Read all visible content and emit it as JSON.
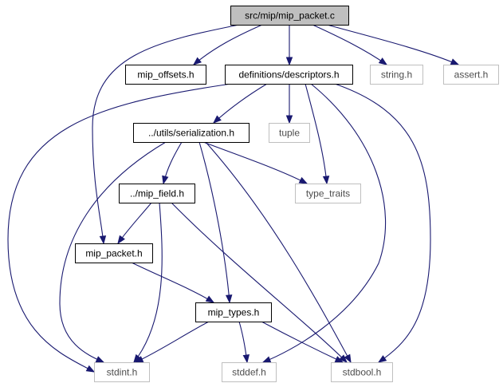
{
  "diagram": {
    "nodes": [
      {
        "id": "mip_packet_c",
        "label": "src/mip/mip_packet.c",
        "kind": "root"
      },
      {
        "id": "mip_offsets_h",
        "label": "mip_offsets.h",
        "kind": "local"
      },
      {
        "id": "descriptors_h",
        "label": "definitions/descriptors.h",
        "kind": "local"
      },
      {
        "id": "string_h",
        "label": "string.h",
        "kind": "external"
      },
      {
        "id": "assert_h",
        "label": "assert.h",
        "kind": "external"
      },
      {
        "id": "serialization_h",
        "label": "../utils/serialization.h",
        "kind": "local"
      },
      {
        "id": "tuple",
        "label": "tuple",
        "kind": "external"
      },
      {
        "id": "mip_field_h",
        "label": "../mip_field.h",
        "kind": "local"
      },
      {
        "id": "type_traits",
        "label": "type_traits",
        "kind": "external"
      },
      {
        "id": "mip_packet_h",
        "label": "mip_packet.h",
        "kind": "local"
      },
      {
        "id": "mip_types_h",
        "label": "mip_types.h",
        "kind": "local"
      },
      {
        "id": "stdint_h",
        "label": "stdint.h",
        "kind": "external"
      },
      {
        "id": "stddef_h",
        "label": "stddef.h",
        "kind": "external"
      },
      {
        "id": "stdbool_h",
        "label": "stdbool.h",
        "kind": "external"
      }
    ],
    "edges": [
      {
        "from": "mip_packet_c",
        "to": "mip_offsets_h"
      },
      {
        "from": "mip_packet_c",
        "to": "descriptors_h"
      },
      {
        "from": "mip_packet_c",
        "to": "string_h"
      },
      {
        "from": "mip_packet_c",
        "to": "assert_h"
      },
      {
        "from": "mip_packet_c",
        "to": "mip_packet_h"
      },
      {
        "from": "descriptors_h",
        "to": "serialization_h"
      },
      {
        "from": "descriptors_h",
        "to": "tuple"
      },
      {
        "from": "descriptors_h",
        "to": "type_traits"
      },
      {
        "from": "descriptors_h",
        "to": "stdint_h"
      },
      {
        "from": "descriptors_h",
        "to": "stddef_h"
      },
      {
        "from": "descriptors_h",
        "to": "stdbool_h"
      },
      {
        "from": "serialization_h",
        "to": "mip_field_h"
      },
      {
        "from": "serialization_h",
        "to": "type_traits"
      },
      {
        "from": "serialization_h",
        "to": "mip_types_h"
      },
      {
        "from": "serialization_h",
        "to": "stdint_h"
      },
      {
        "from": "serialization_h",
        "to": "stdbool_h"
      },
      {
        "from": "mip_field_h",
        "to": "mip_packet_h"
      },
      {
        "from": "mip_field_h",
        "to": "stdint_h"
      },
      {
        "from": "mip_field_h",
        "to": "stdbool_h"
      },
      {
        "from": "mip_packet_h",
        "to": "mip_types_h"
      },
      {
        "from": "mip_types_h",
        "to": "stdint_h"
      },
      {
        "from": "mip_types_h",
        "to": "stddef_h"
      },
      {
        "from": "mip_types_h",
        "to": "stdbool_h"
      }
    ],
    "colors": {
      "edge": "#191970",
      "root_fill": "#bfbfbf",
      "local_border": "#000000",
      "external_border": "#bfbfbf",
      "external_text": "#4d4d4d"
    }
  }
}
